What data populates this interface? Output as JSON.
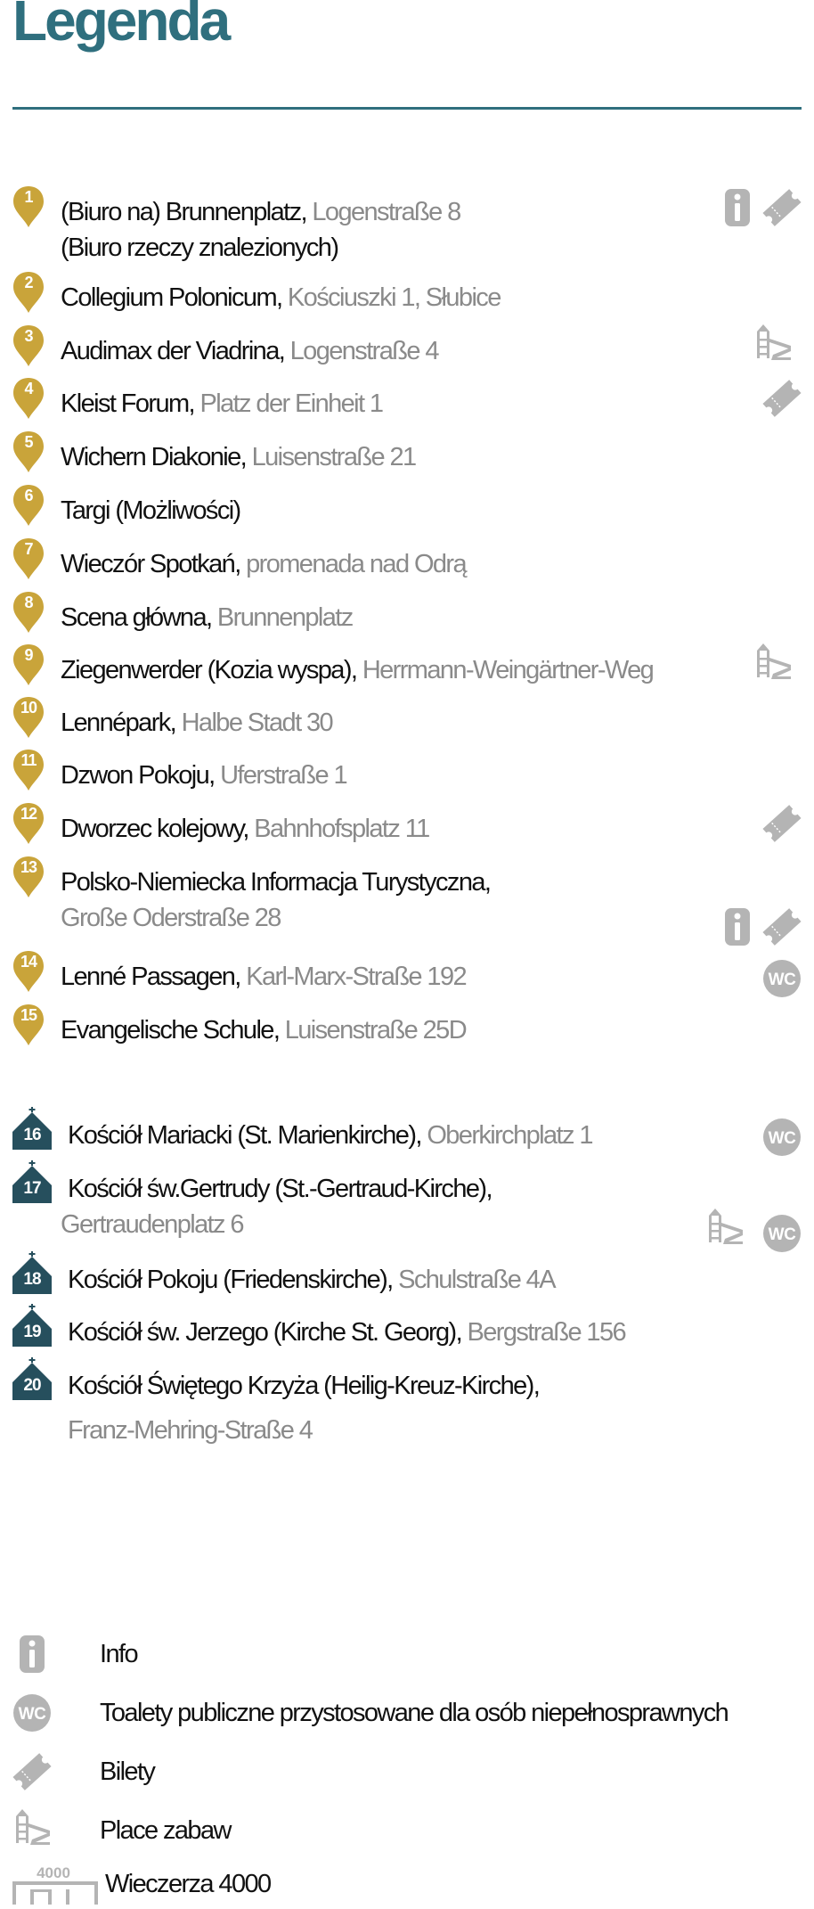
{
  "title": "Legenda",
  "venues": [
    {
      "num": "1",
      "name": "(Biuro na) Brunnenplatz, ",
      "address": "Logenstraße 8",
      "line2": "(Biuro rzeczy znalezionych)"
    },
    {
      "num": "2",
      "name": "Collegium Polonicum, ",
      "address": "Kościuszki 1, Słubice"
    },
    {
      "num": "3",
      "name": "Audimax der Viadrina, ",
      "address": "Logenstraße 4"
    },
    {
      "num": "4",
      "name": "Kleist Forum, ",
      "address": "Platz der Einheit 1"
    },
    {
      "num": "5",
      "name": "Wichern Diakonie, ",
      "address": "Luisenstraße 21"
    },
    {
      "num": "6",
      "name": "Targi (Możliwości)",
      "address": ""
    },
    {
      "num": "7",
      "name": "Wieczór Spotkań, ",
      "address": "promenada nad Odrą"
    },
    {
      "num": "8",
      "name": "Scena główna, ",
      "address": "Brunnenplatz"
    },
    {
      "num": "9",
      "name": "Ziegenwerder (Kozia wyspa), ",
      "address": "Herrmann-Weingärtner-Weg"
    },
    {
      "num": "10",
      "name": "Lennépark, ",
      "address": "Halbe Stadt 30"
    },
    {
      "num": "11",
      "name": "Dzwon Pokoju, ",
      "address": "Uferstraße 1"
    },
    {
      "num": "12",
      "name": "Dworzec kolejowy, ",
      "address": "Bahnhofsplatz 11"
    },
    {
      "num": "13",
      "name": "Polsko-Niemiecka Informacja Turystyczna,",
      "address": "",
      "line2": "Große Oderstraße 28"
    },
    {
      "num": "14",
      "name": "Lenné Passagen, ",
      "address": "Karl-Marx-Straße 192"
    },
    {
      "num": "15",
      "name": "Evangelische Schule, ",
      "address": "Luisenstraße 25D"
    }
  ],
  "churches": [
    {
      "num": "16",
      "name": "Kościół Mariacki (St. Marienkirche), ",
      "address": "Oberkirchplatz 1"
    },
    {
      "num": "17",
      "name": "Kościół św.Gertrudy (St.-Gertraud-Kirche),",
      "address": "",
      "line2": "Gertraudenplatz 6"
    },
    {
      "num": "18",
      "name": "Kościół Pokoju (Friedenskirche), ",
      "address": "Schulstraße 4A"
    },
    {
      "num": "19",
      "name": "Kościół św. Jerzego (Kirche St. Georg), ",
      "address": "Bergstraße 156"
    },
    {
      "num": "20",
      "name": "Kościół Świętego Krzyża (Heilig-Kreuz-Kirche),",
      "address": "",
      "line2": "Franz-Mehring-Straße 4"
    }
  ],
  "legend": {
    "info": "Info",
    "wc": "Toalety publiczne przystosowane dla osób niepełnosprawnych",
    "tickets": "Bilety",
    "playground": "Place zabaw",
    "supper": "Wieczerza 4000"
  },
  "icon_labels": {
    "wc": "WC",
    "supper": "4000"
  },
  "colors": {
    "teal": "#2f6f7e",
    "gold": "#c9a43a",
    "grey_icon": "#b4b4b4",
    "address": "#8a8a8a",
    "church": "#264f5d"
  }
}
